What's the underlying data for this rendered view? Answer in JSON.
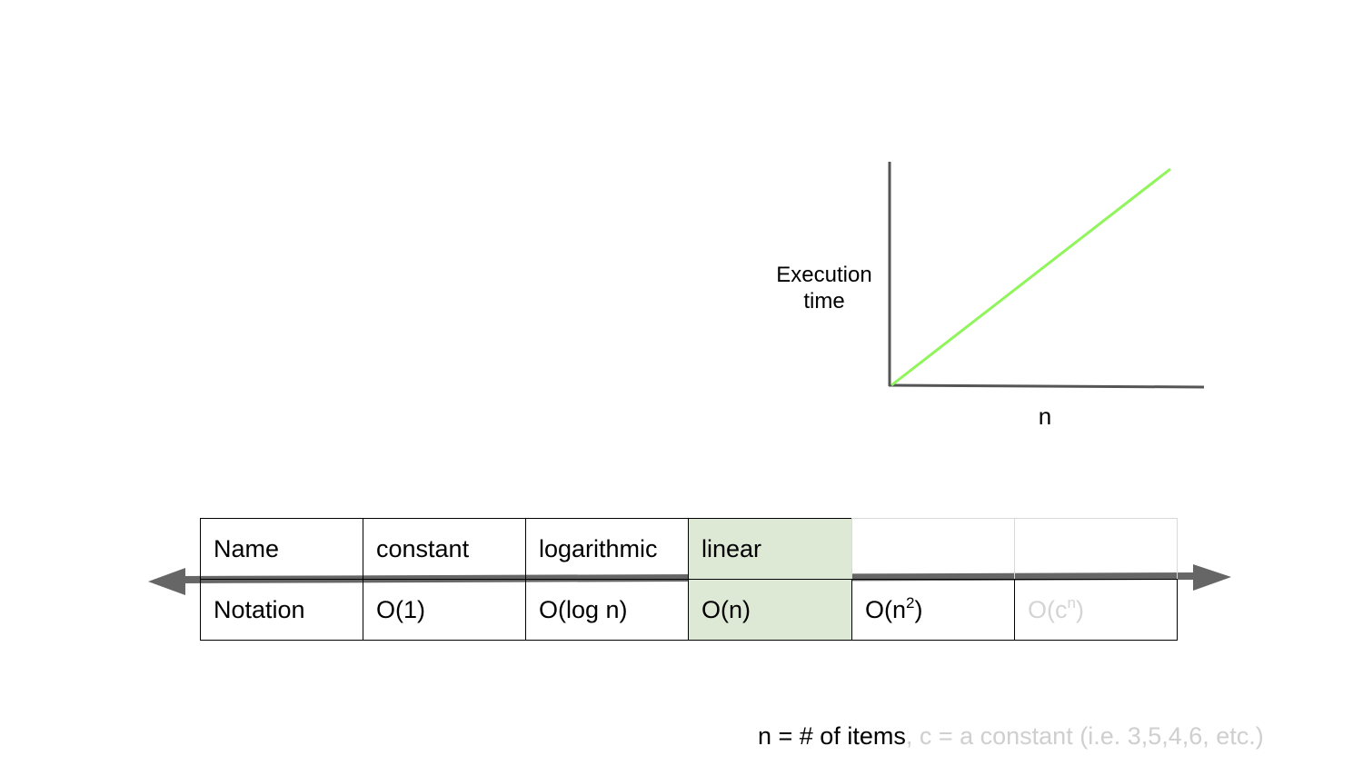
{
  "chart_data": {
    "type": "line",
    "ylabel": "Execution time",
    "xlabel": "n",
    "series": [
      {
        "color": "#8ff55a",
        "x": [
          0,
          1
        ],
        "y": [
          0,
          1
        ]
      }
    ]
  },
  "table": {
    "rows": [
      {
        "header": "Name",
        "cells": [
          "constant",
          "logarithmic",
          "linear",
          "",
          ""
        ]
      },
      {
        "header": "Notation",
        "cells": [
          {
            "base": "O(1)",
            "sup": "",
            "tail": ""
          },
          {
            "base": "O(log n)",
            "sup": "",
            "tail": ""
          },
          {
            "base": "O(n)",
            "sup": "",
            "tail": ""
          },
          {
            "base": "O(n",
            "sup": "2",
            "tail": ")"
          },
          {
            "base": "O(c",
            "sup": "n",
            "tail": ")"
          }
        ]
      }
    ],
    "highlight_column": 2,
    "highlight_color": "#dde8d5"
  },
  "footnote": {
    "main": "n = # of items",
    "faded": ", c = a constant (i.e. 3,5,4,6, etc.)"
  },
  "colors": {
    "arrow": "#666666",
    "axis": "#555555",
    "faint_text": "#d4d4d4"
  }
}
